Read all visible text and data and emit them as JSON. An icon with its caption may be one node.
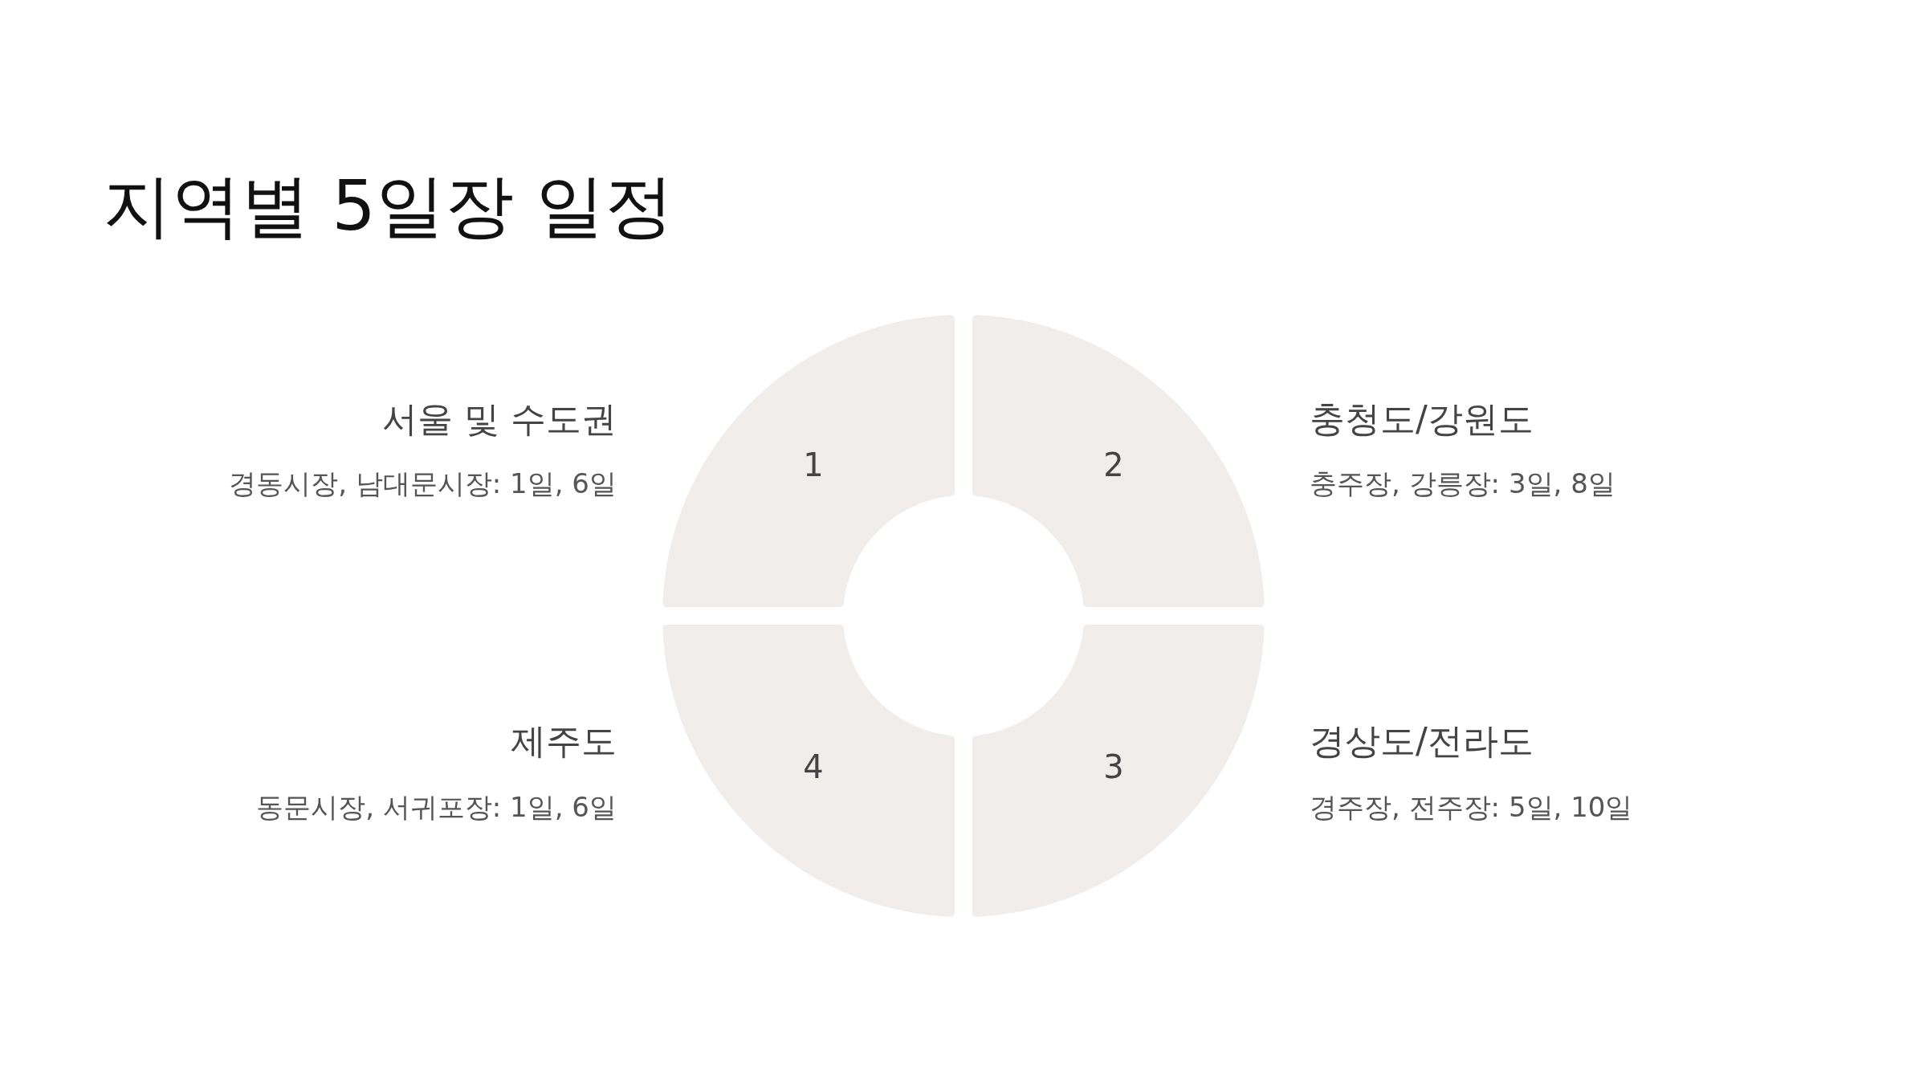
{
  "diagram": {
    "title": "지역별 5일장 일정",
    "nodes": [
      {
        "text": [
          "1"
        ],
        "beside": [
          "서울 및 수도권",
          "경동시장, 남대문시장: 1일, 6일"
        ]
      },
      {
        "text": [
          "2"
        ],
        "beside": [
          "충청도/강원도",
          "충주장, 강릉장: 3일, 8일"
        ]
      },
      {
        "text": [
          "3"
        ],
        "beside": [
          "경상도/전라도",
          "경주장, 전주장: 5일, 10일"
        ]
      },
      {
        "text": [
          "4"
        ],
        "beside": [
          "제주도",
          "동문시장, 서귀포장: 1일, 6일"
        ]
      }
    ],
    "edges": []
  }
}
